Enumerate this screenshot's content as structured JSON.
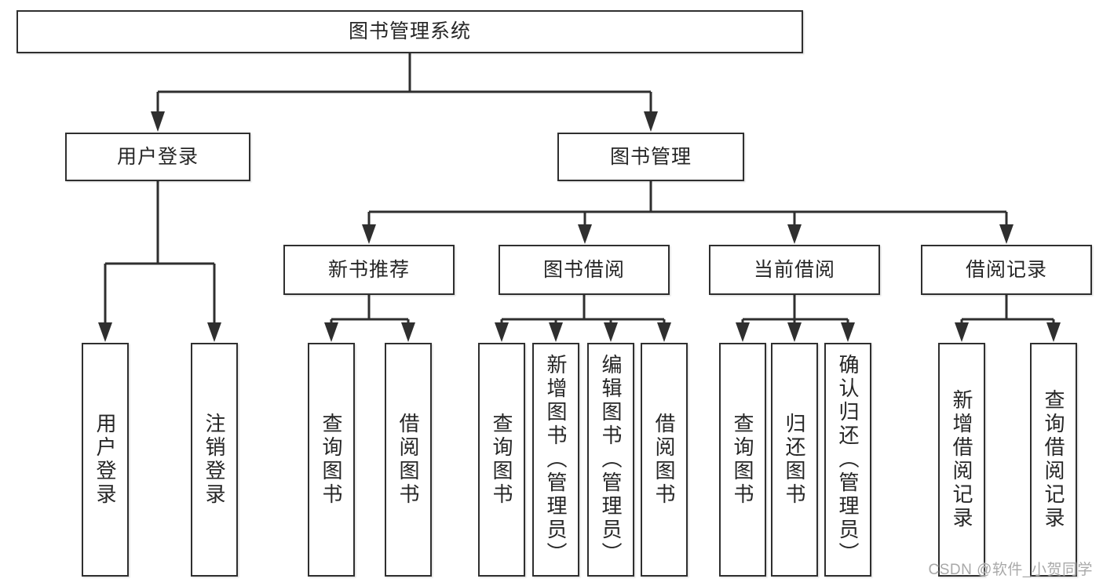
{
  "diagram": {
    "title": "图书管理系统",
    "nodes": {
      "root": "图书管理系统",
      "level2": [
        "用户登录",
        "图书管理"
      ],
      "user_children": [
        "用户登录",
        "注销登录"
      ],
      "mgmt_children": [
        "新书推荐",
        "图书借阅",
        "当前借阅",
        "借阅记录"
      ],
      "recommend_leaves": [
        "查询图书",
        "借阅图书"
      ],
      "borrow_leaves": [
        "查询图书",
        "新增图书（管理员）",
        "编辑图书（管理员）",
        "借阅图书"
      ],
      "current_leaves": [
        "查询图书",
        "归还图书",
        "确认归还（管理员）"
      ],
      "record_leaves": [
        "新增借阅记录",
        "查询借阅记录"
      ]
    },
    "colors": {
      "line": "#2f2f2f",
      "box_border": "#2f2f2f",
      "box_fill": "#ffffff",
      "text": "#262626",
      "watermark": "#a9a9a9",
      "background": "#ffffff"
    }
  },
  "watermark": {
    "text": "CSDN @软件_小贺同学"
  }
}
